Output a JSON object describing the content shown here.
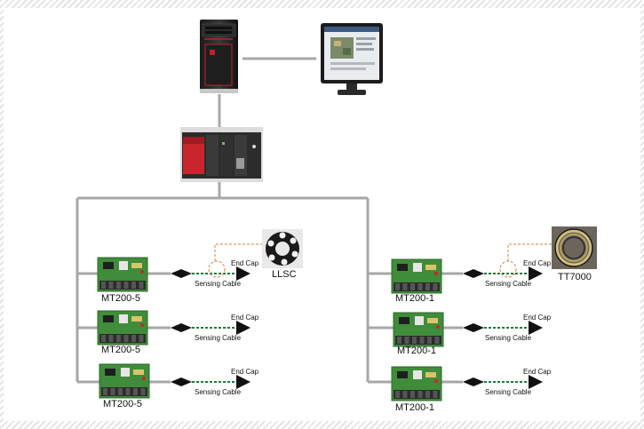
{
  "colors": {
    "line": "#a7a7a7",
    "sensing_cable": "#1e7a3a",
    "leader": "#e07a3a",
    "pcb": "#3f8c3a"
  },
  "icons": [
    "desktop-tower-icon",
    "monitor-icon",
    "plc-controller-icon",
    "mt200-board-icon",
    "cable-connector-icon",
    "llsc-sensor-icon",
    "tt7000-cable-icon"
  ],
  "left_column": {
    "devices": [
      {
        "label": "MT200-5",
        "end_cap": "End Cap",
        "sensing_cable": "Sensing Cable"
      },
      {
        "label": "MT200-5",
        "end_cap": "End Cap",
        "sensing_cable": "Sensing Cable"
      },
      {
        "label": "MT200-5",
        "end_cap": "End Cap",
        "sensing_cable": "Sensing Cable"
      }
    ],
    "sensor_label": "LLSC"
  },
  "right_column": {
    "devices": [
      {
        "label": "MT200-1",
        "end_cap": "End Cap",
        "sensing_cable": "Sensing Cable"
      },
      {
        "label": "MT200-1",
        "end_cap": "End Cap",
        "sensing_cable": "Sensing Cable"
      },
      {
        "label": "MT200-1",
        "end_cap": "End Cap",
        "sensing_cable": "Sensing Cable"
      }
    ],
    "sensor_label": "TT7000"
  }
}
